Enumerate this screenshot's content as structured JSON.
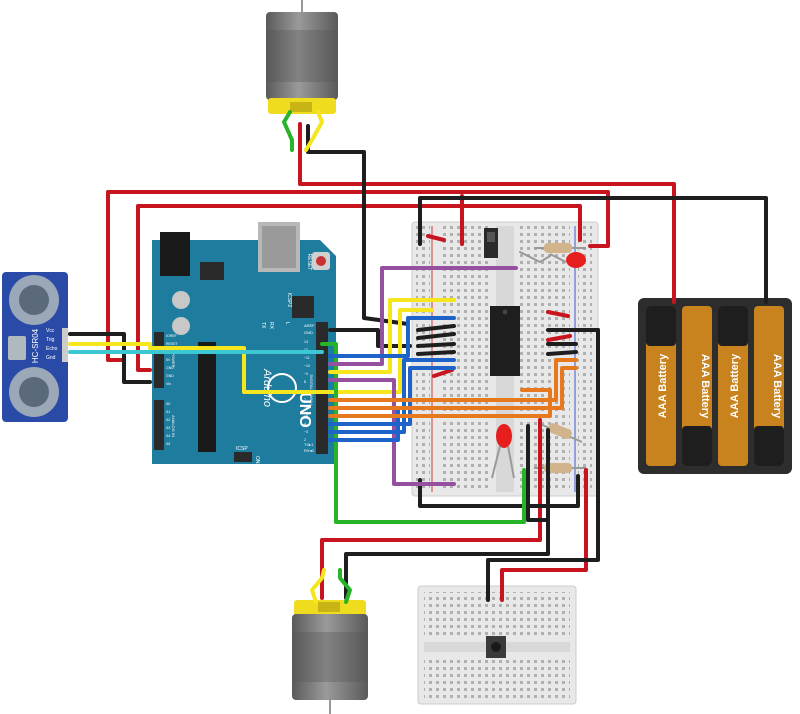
{
  "sensor": {
    "model": "HC-SR04",
    "pins": [
      "Vcc",
      "Trig",
      "Echo",
      "Gnd"
    ]
  },
  "arduino": {
    "brand_text": "Arduino",
    "model_text": "UNO",
    "reset_label": "RESET",
    "icsp_label": "ICSP",
    "icsp2_label": "ICSP2",
    "on_label": "ON",
    "tx_label": "TX",
    "rx_label": "RX",
    "l_label": "L",
    "aref_label": "AREF",
    "gnd_label": "GND",
    "analog_in_label": "ANALOG IN",
    "power_label": "POWER",
    "digital_label": "DIGITAL (PWM~)",
    "txd_label": "TX▸1",
    "rxd_label": "RX◂0",
    "power_pins": [
      "IOREF",
      "RESET",
      "3V3",
      "5V",
      "GND",
      "GND",
      "Vin"
    ],
    "analog_pins": [
      "A0",
      "A1",
      "A2",
      "A3",
      "A4",
      "A5"
    ],
    "digital_pins": [
      "13",
      "12",
      "~11",
      "~10",
      "~9",
      "8",
      "7",
      "~6",
      "~5",
      "4",
      "~3",
      "2"
    ]
  },
  "battery_pack": {
    "cells": [
      "AAA Battery",
      "AAA Battery",
      "AAA Battery",
      "AAA Battery"
    ]
  },
  "colors": {
    "wire_red": "#c8141e",
    "wire_black": "#1e1e1e",
    "wire_yellow": "#f5e61e",
    "wire_cyan": "#3cc8d2",
    "wire_green": "#28b428",
    "wire_blue": "#1e64c8",
    "wire_orange": "#e6781e",
    "wire_purple": "#9650a0",
    "arduino_board": "#1e7c9e",
    "motor_body": "#7a7a7a",
    "motor_cap": "#f0dc1e",
    "sensor_board": "#2a4aa8",
    "battery_case": "#2d2d2d",
    "battery_cell": "#c8821e",
    "led_red": "#e61e1e",
    "chip": "#1e1e1e"
  }
}
